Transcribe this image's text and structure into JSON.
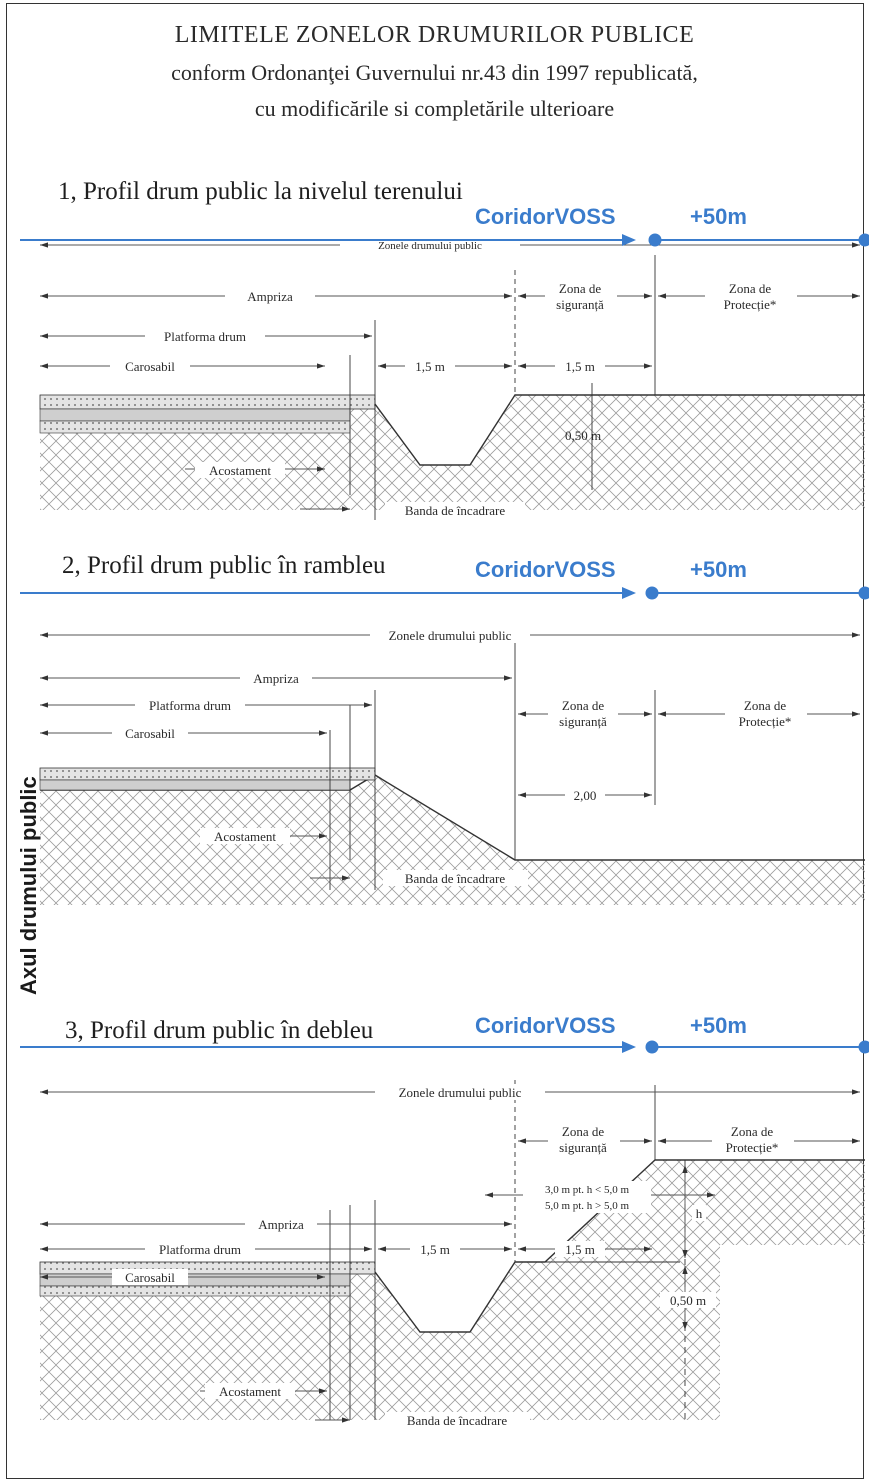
{
  "title": {
    "line1": "LIMITELE ZONELOR DRUMURILOR PUBLICE",
    "line2": "conform Ordonanţei Guvernului  nr.43 din 1997 republicată,",
    "line3": "cu modificările si completările  ulterioare"
  },
  "axis_label": "Axul drumului public",
  "overlay": {
    "corridor_label": "CoridorVOSS",
    "extension_label": "+50m",
    "color": "#3a7ccc"
  },
  "profiles": [
    {
      "heading": "1, Profil drum public la nivelul terenului",
      "labels": {
        "zones": "Zonele drumului public",
        "ampriza": "Ampriza",
        "platforma": "Platforma drum",
        "carosabil": "Carosabil",
        "safety_1": "Zona de",
        "safety_2": "siguranță",
        "protect_1": "Zona de",
        "protect_2": "Protecție*",
        "dim_a": "1,5 m",
        "dim_b": "1,5 m",
        "dim_c": "0,50 m",
        "acostament": "Acostament",
        "banda": "Banda de încadrare"
      }
    },
    {
      "heading": "2, Profil drum public în rambleu",
      "labels": {
        "zones": "Zonele drumului public",
        "ampriza": "Ampriza",
        "platforma": "Platforma drum",
        "carosabil": "Carosabil",
        "safety_1": "Zona de",
        "safety_2": "siguranță",
        "protect_1": "Zona de",
        "protect_2": "Protecție*",
        "dim_a": "2,00",
        "acostament": "Acostament",
        "banda": "Banda de încadrare"
      }
    },
    {
      "heading": "3, Profil drum public în debleu",
      "labels": {
        "zones": "Zonele drumului public",
        "ampriza": "Ampriza",
        "platforma": "Platforma drum",
        "carosabil": "Carosabil",
        "safety_1": "Zona de",
        "safety_2": "siguranță",
        "protect_1": "Zona de",
        "protect_2": "Protecție*",
        "note_1": "3,0 m pt. h < 5,0 m",
        "note_2": "5,0 m pt. h > 5,0 m",
        "dim_a": "1,5 m",
        "dim_b": "1,5 m",
        "dim_c": "0,50 m",
        "h": "h",
        "acostament": "Acostament",
        "banda": "Banda de încadrare"
      }
    }
  ]
}
